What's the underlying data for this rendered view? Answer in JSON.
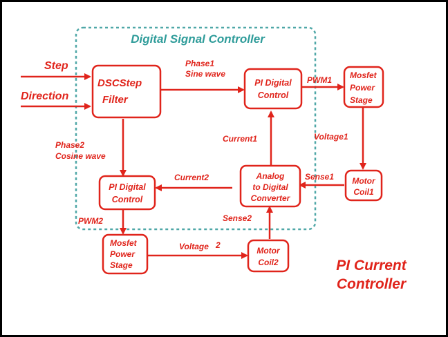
{
  "controller": {
    "title": "Digital Signal Controller",
    "border_color": "#4fa7a7",
    "title_color": "#2f9c9a"
  },
  "accent_color": "#e0241b",
  "inputs": {
    "step": "Step",
    "direction": "Direction"
  },
  "blocks": {
    "dscstep": [
      "DSCStep",
      "Filter"
    ],
    "pi1": [
      "PI Digital",
      "Control"
    ],
    "mosfet1": [
      "Mosfet",
      "Power",
      "Stage"
    ],
    "coil1": [
      "Motor",
      "Coil1"
    ],
    "adc": [
      "Analog",
      "to Digital",
      "Converter"
    ],
    "pi2": [
      "PI Digital",
      "Control"
    ],
    "mosfet2": [
      "Mosfet",
      "Power",
      "Stage"
    ],
    "coil2": [
      "Motor",
      "Coil2"
    ]
  },
  "signals": {
    "phase1": [
      "Phase1",
      "Sine wave"
    ],
    "phase2": [
      "Phase2",
      "Cosine wave"
    ],
    "pwm1": "PWM1",
    "pwm2": "PWM2",
    "voltage1": "Voltage1",
    "voltage2": "Voltage",
    "voltage2_sub": "2",
    "current1": "Current1",
    "current2": "Current2",
    "sense1": "Sense1",
    "sense2": "Sense2"
  },
  "caption": [
    "PI Current",
    "Controller"
  ]
}
